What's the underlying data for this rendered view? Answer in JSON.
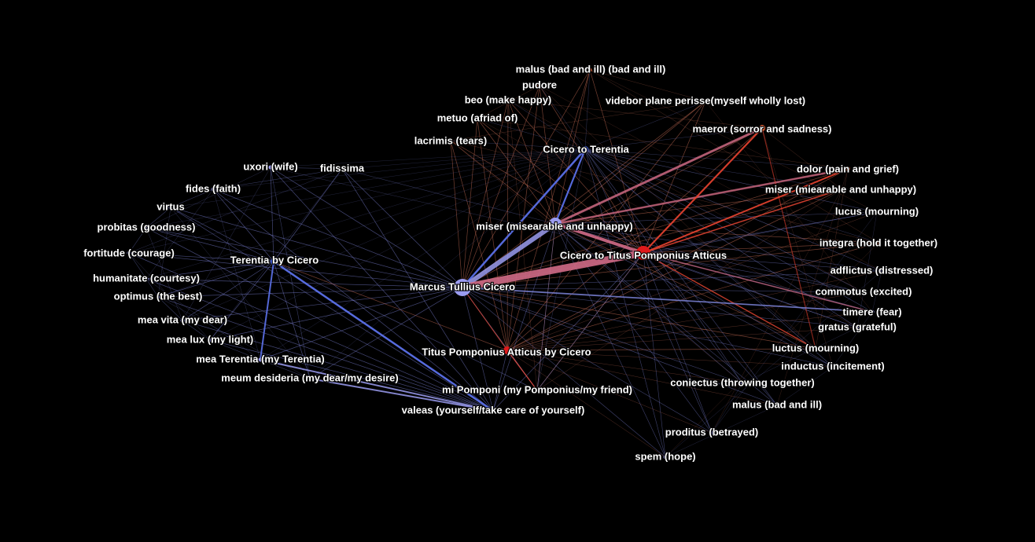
{
  "colors": {
    "background": "#000000",
    "blue_node": "#3d5bd6",
    "lavender_node": "#9b9cf0",
    "red_node": "#e0191b",
    "orange_node": "#e8663a",
    "label": "#ffffff",
    "blue_edge": "#5a6fe6",
    "pink_edge": "#d06a86",
    "red_edge": "#e3402e",
    "thin_blue_edge": "#7b82d6",
    "thin_red_edge": "#d2725a"
  },
  "nodes": [
    {
      "id": "cicero",
      "label": "Marcus Tullius Cicero",
      "group": "person"
    },
    {
      "id": "miser_center",
      "label": "miser (misearable and unhappy)",
      "group": "word"
    },
    {
      "id": "c2atticus",
      "label": "Cicero to Titus Pomponius Atticus",
      "group": "letter_red"
    },
    {
      "id": "c2terentia",
      "label": "Cicero to Terentia",
      "group": "letter_blue"
    },
    {
      "id": "terentia_by",
      "label": "Terentia by Cicero",
      "group": "letter_blue"
    },
    {
      "id": "atticus_by",
      "label": "Titus Pomponius Atticus by Cicero",
      "group": "letter_red"
    },
    {
      "id": "malus_top",
      "label": "malus (bad and ill) (bad and ill)",
      "group": "red_word"
    },
    {
      "id": "pudore",
      "label": "pudore",
      "group": "red_word"
    },
    {
      "id": "beo",
      "label": "beo (make happy)",
      "group": "red_word"
    },
    {
      "id": "videbor",
      "label": "videbor plane perisse(myself wholly lost)",
      "group": "red_word"
    },
    {
      "id": "metuo",
      "label": "metuo (afriad of)",
      "group": "red_word"
    },
    {
      "id": "maeror",
      "label": "maeror (sorror and sadness)",
      "group": "red_word"
    },
    {
      "id": "lacrimis",
      "label": "lacrimis (tears)",
      "group": "red_word"
    },
    {
      "id": "dolor",
      "label": "dolor (pain and grief)",
      "group": "red_word"
    },
    {
      "id": "miser_right",
      "label": "miser (miearable and unhappy)",
      "group": "red_word"
    },
    {
      "id": "lucus",
      "label": "lucus (mourning)",
      "group": "blue_word"
    },
    {
      "id": "integra",
      "label": "integra (hold it together)",
      "group": "red_word"
    },
    {
      "id": "adflictus",
      "label": "adflictus (distressed)",
      "group": "blue_word"
    },
    {
      "id": "commotus",
      "label": "commotus (excited)",
      "group": "blue_word"
    },
    {
      "id": "timere",
      "label": "timere (fear)",
      "group": "blue_word"
    },
    {
      "id": "gratus",
      "label": "gratus (grateful)",
      "group": "blue_word"
    },
    {
      "id": "luctus",
      "label": "luctus (mourning)",
      "group": "red_word"
    },
    {
      "id": "inductus",
      "label": "inductus (incitement)",
      "group": "blue_word"
    },
    {
      "id": "coniectus",
      "label": "coniectus (throwing together)",
      "group": "blue_word"
    },
    {
      "id": "malus_bottom",
      "label": "malus (bad and ill)",
      "group": "blue_word"
    },
    {
      "id": "proditus",
      "label": "proditus (betrayed)",
      "group": "blue_word"
    },
    {
      "id": "spem",
      "label": "spem (hope)",
      "group": "blue_word"
    },
    {
      "id": "valeas",
      "label": "valeas (yourself/take care of yourself)",
      "group": "blue_word"
    },
    {
      "id": "pomponi",
      "label": "mi Pomponi (my Pomponius/my friend)",
      "group": "red_word"
    },
    {
      "id": "uxori",
      "label": "uxori (wife)",
      "group": "blue_word"
    },
    {
      "id": "fidissima",
      "label": "fidissima",
      "group": "blue_word"
    },
    {
      "id": "fides",
      "label": "fides (faith)",
      "group": "blue_word"
    },
    {
      "id": "virtus",
      "label": "virtus",
      "group": "blue_word"
    },
    {
      "id": "probitas",
      "label": "probitas (goodness)",
      "group": "blue_word"
    },
    {
      "id": "fortitude",
      "label": "fortitude (courage)",
      "group": "blue_word"
    },
    {
      "id": "humanitate",
      "label": "humanitate (courtesy)",
      "group": "blue_word"
    },
    {
      "id": "optimus",
      "label": "optimus (the best)",
      "group": "blue_word"
    },
    {
      "id": "meavita",
      "label": "mea vita (my dear)",
      "group": "blue_word"
    },
    {
      "id": "mealux",
      "label": "mea lux (my light)",
      "group": "blue_word"
    },
    {
      "id": "meaterentia",
      "label": "mea Terentia (my Terentia)",
      "group": "blue_word"
    },
    {
      "id": "meum",
      "label": "meum desideria (my dear/my desire)",
      "group": "blue_word"
    }
  ]
}
